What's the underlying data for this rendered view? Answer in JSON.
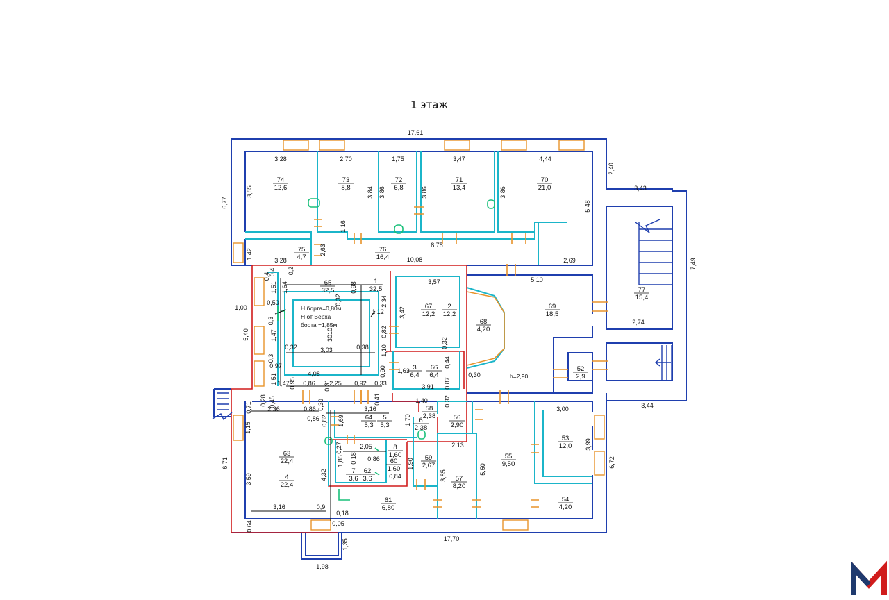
{
  "title": "1 этаж",
  "colors": {
    "walls": "#1f3fae",
    "partitions": "#1bb5c9",
    "highlight": "#d01c1c",
    "openings": "#e8932a",
    "fixtures": "#19c07a"
  },
  "rooms": [
    {
      "n": "74",
      "a": "12,6"
    },
    {
      "n": "73",
      "a": "8,8"
    },
    {
      "n": "72",
      "a": "6,8"
    },
    {
      "n": "71",
      "a": "13,4"
    },
    {
      "n": "70",
      "a": "21,0"
    },
    {
      "n": "75",
      "a": "4,7"
    },
    {
      "n": "76",
      "a": "16,4"
    },
    {
      "n": "77",
      "a": "15,4"
    },
    {
      "n": "65",
      "a": "32,5"
    },
    {
      "n": "1",
      "a": "32,5"
    },
    {
      "n": "67",
      "a": "12,2"
    },
    {
      "n": "2",
      "a": "12,2"
    },
    {
      "n": "68",
      "a": "4,20"
    },
    {
      "n": "69",
      "a": "18,5"
    },
    {
      "n": "3",
      "a": "6,4"
    },
    {
      "n": "66",
      "a": "6,4"
    },
    {
      "n": "52",
      "a": "2,9"
    },
    {
      "n": "58",
      "a": "2,38"
    },
    {
      "n": "6",
      "a": "2,38"
    },
    {
      "n": "56",
      "a": "2,90"
    },
    {
      "n": "64",
      "a": "5,3"
    },
    {
      "n": "5",
      "a": "5,3"
    },
    {
      "n": "63",
      "a": "22,4"
    },
    {
      "n": "4",
      "a": "22,4"
    },
    {
      "n": "8",
      "a": "1,60"
    },
    {
      "n": "60",
      "a": "1,60"
    },
    {
      "n": "59",
      "a": "2,67"
    },
    {
      "n": "7",
      "a": "3,6"
    },
    {
      "n": "62",
      "a": "3,6"
    },
    {
      "n": "55",
      "a": "9,50"
    },
    {
      "n": "53",
      "a": "12,0"
    },
    {
      "n": "57",
      "a": "8,20"
    },
    {
      "n": "61",
      "a": "6,80"
    },
    {
      "n": "54",
      "a": "4,20"
    }
  ],
  "dims": [
    "17,61",
    "3,28",
    "2,70",
    "1,75",
    "3,47",
    "4,44",
    "2,40",
    "3,43",
    "6,77",
    "3,85",
    "3,84",
    "3,86",
    "3,86",
    "3,86",
    "5,48",
    "1,16",
    "2,63",
    "1,42",
    "8,75",
    "3,28",
    "10,08",
    "2,69",
    "5,10",
    "7,49",
    "2,74",
    "3,57",
    "3,42",
    "5,40",
    "1,00",
    "0,50",
    "0,3",
    "1,47",
    "0,3",
    "0,97",
    "1,51",
    "1,64",
    "0,2",
    "0,4",
    "0,98",
    "0,32",
    "2,34",
    "1,12",
    "3,03",
    "0,32",
    "0,38",
    "3010",
    "1,10",
    "0,82",
    "0,32",
    "1,63",
    "0,90",
    "0,44",
    "0,87",
    "0,30",
    "3,91",
    "0,33",
    "0,92",
    "2,25",
    "0,86",
    "0,95",
    "1,47",
    "1,51",
    "0,41",
    "0,28",
    "0,45",
    "0,86",
    "0,30",
    "0,86",
    "0,82",
    "1,69",
    "3,16",
    "2,36",
    "1,15",
    "0,71",
    "1,40",
    "1,70",
    "0,32",
    "3,00",
    "2,13",
    "3,99",
    "6,72",
    "3,44",
    "6,71",
    "3,59",
    "4,32",
    "1,85",
    "0,18",
    "0,86",
    "0,84",
    "0,27",
    "2,05",
    "1,90",
    "3,85",
    "5,50",
    "3,16",
    "0,9",
    "0,18",
    "0,05",
    "0,64",
    "17,70",
    "1,35",
    "1,98",
    "4,08",
    "0,31",
    "0,4"
  ],
  "notes": {
    "line1": "H борта=0,80м",
    "line2": "H от Верха",
    "line3": "борта =1,85м",
    "h": "h=2,90"
  },
  "logo": "M"
}
